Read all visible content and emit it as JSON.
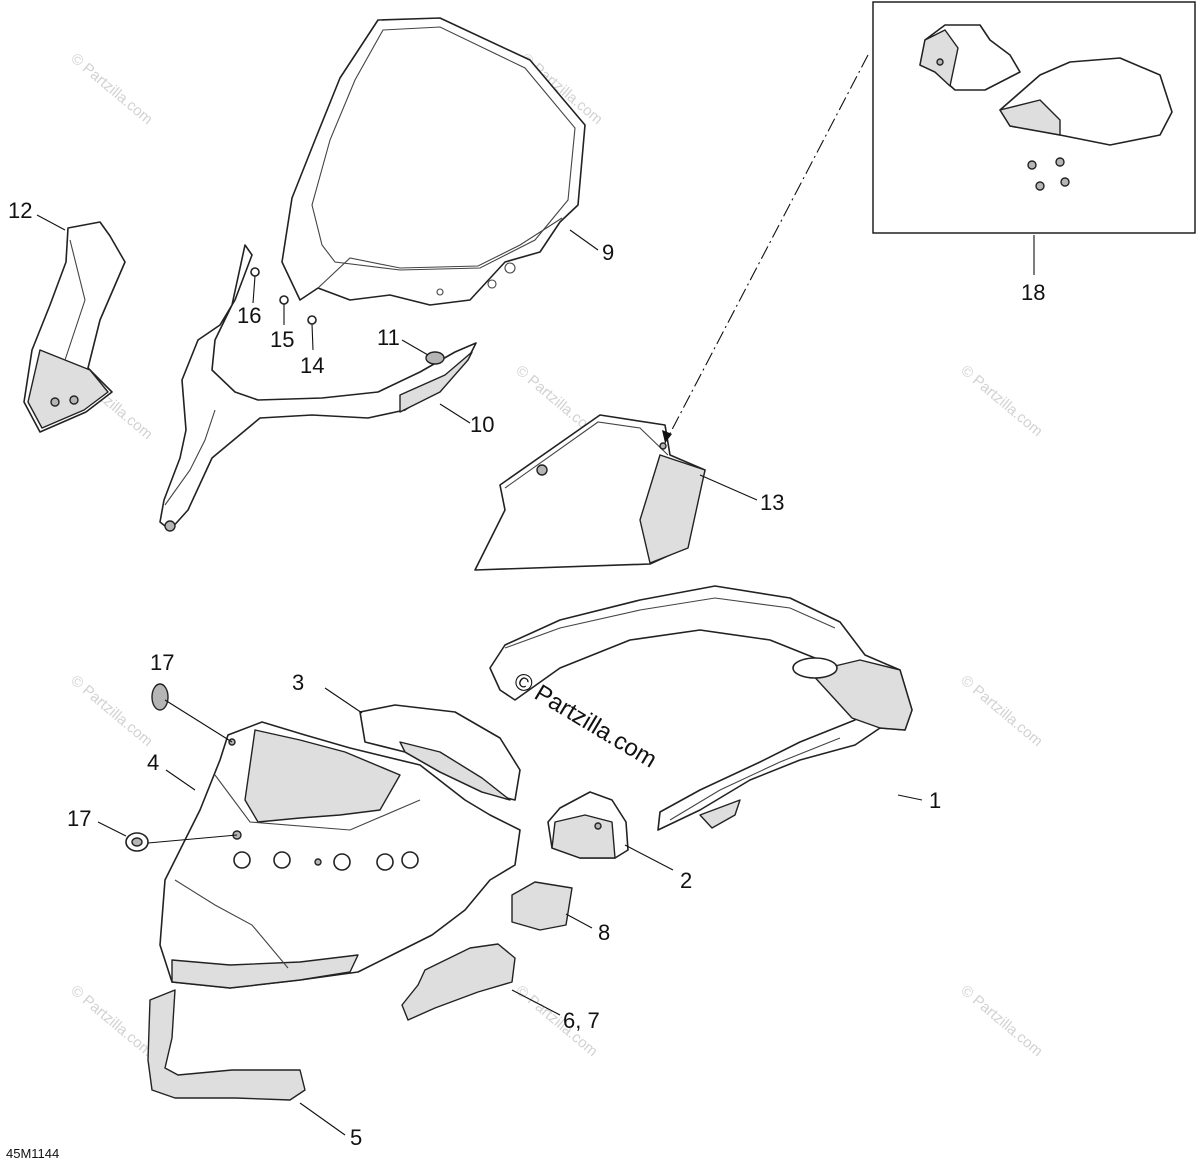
{
  "diagram_code": "45M1144",
  "watermark": "© Partzilla.com",
  "callouts": {
    "c1": "1",
    "c2": "2",
    "c3": "3",
    "c4": "4",
    "c5": "5",
    "c67": "6, 7",
    "c8": "8",
    "c9": "9",
    "c10": "10",
    "c11": "11",
    "c12": "12",
    "c13": "13",
    "c14": "14",
    "c15": "15",
    "c16": "16",
    "c17a": "17",
    "c17b": "17",
    "c18": "18"
  }
}
